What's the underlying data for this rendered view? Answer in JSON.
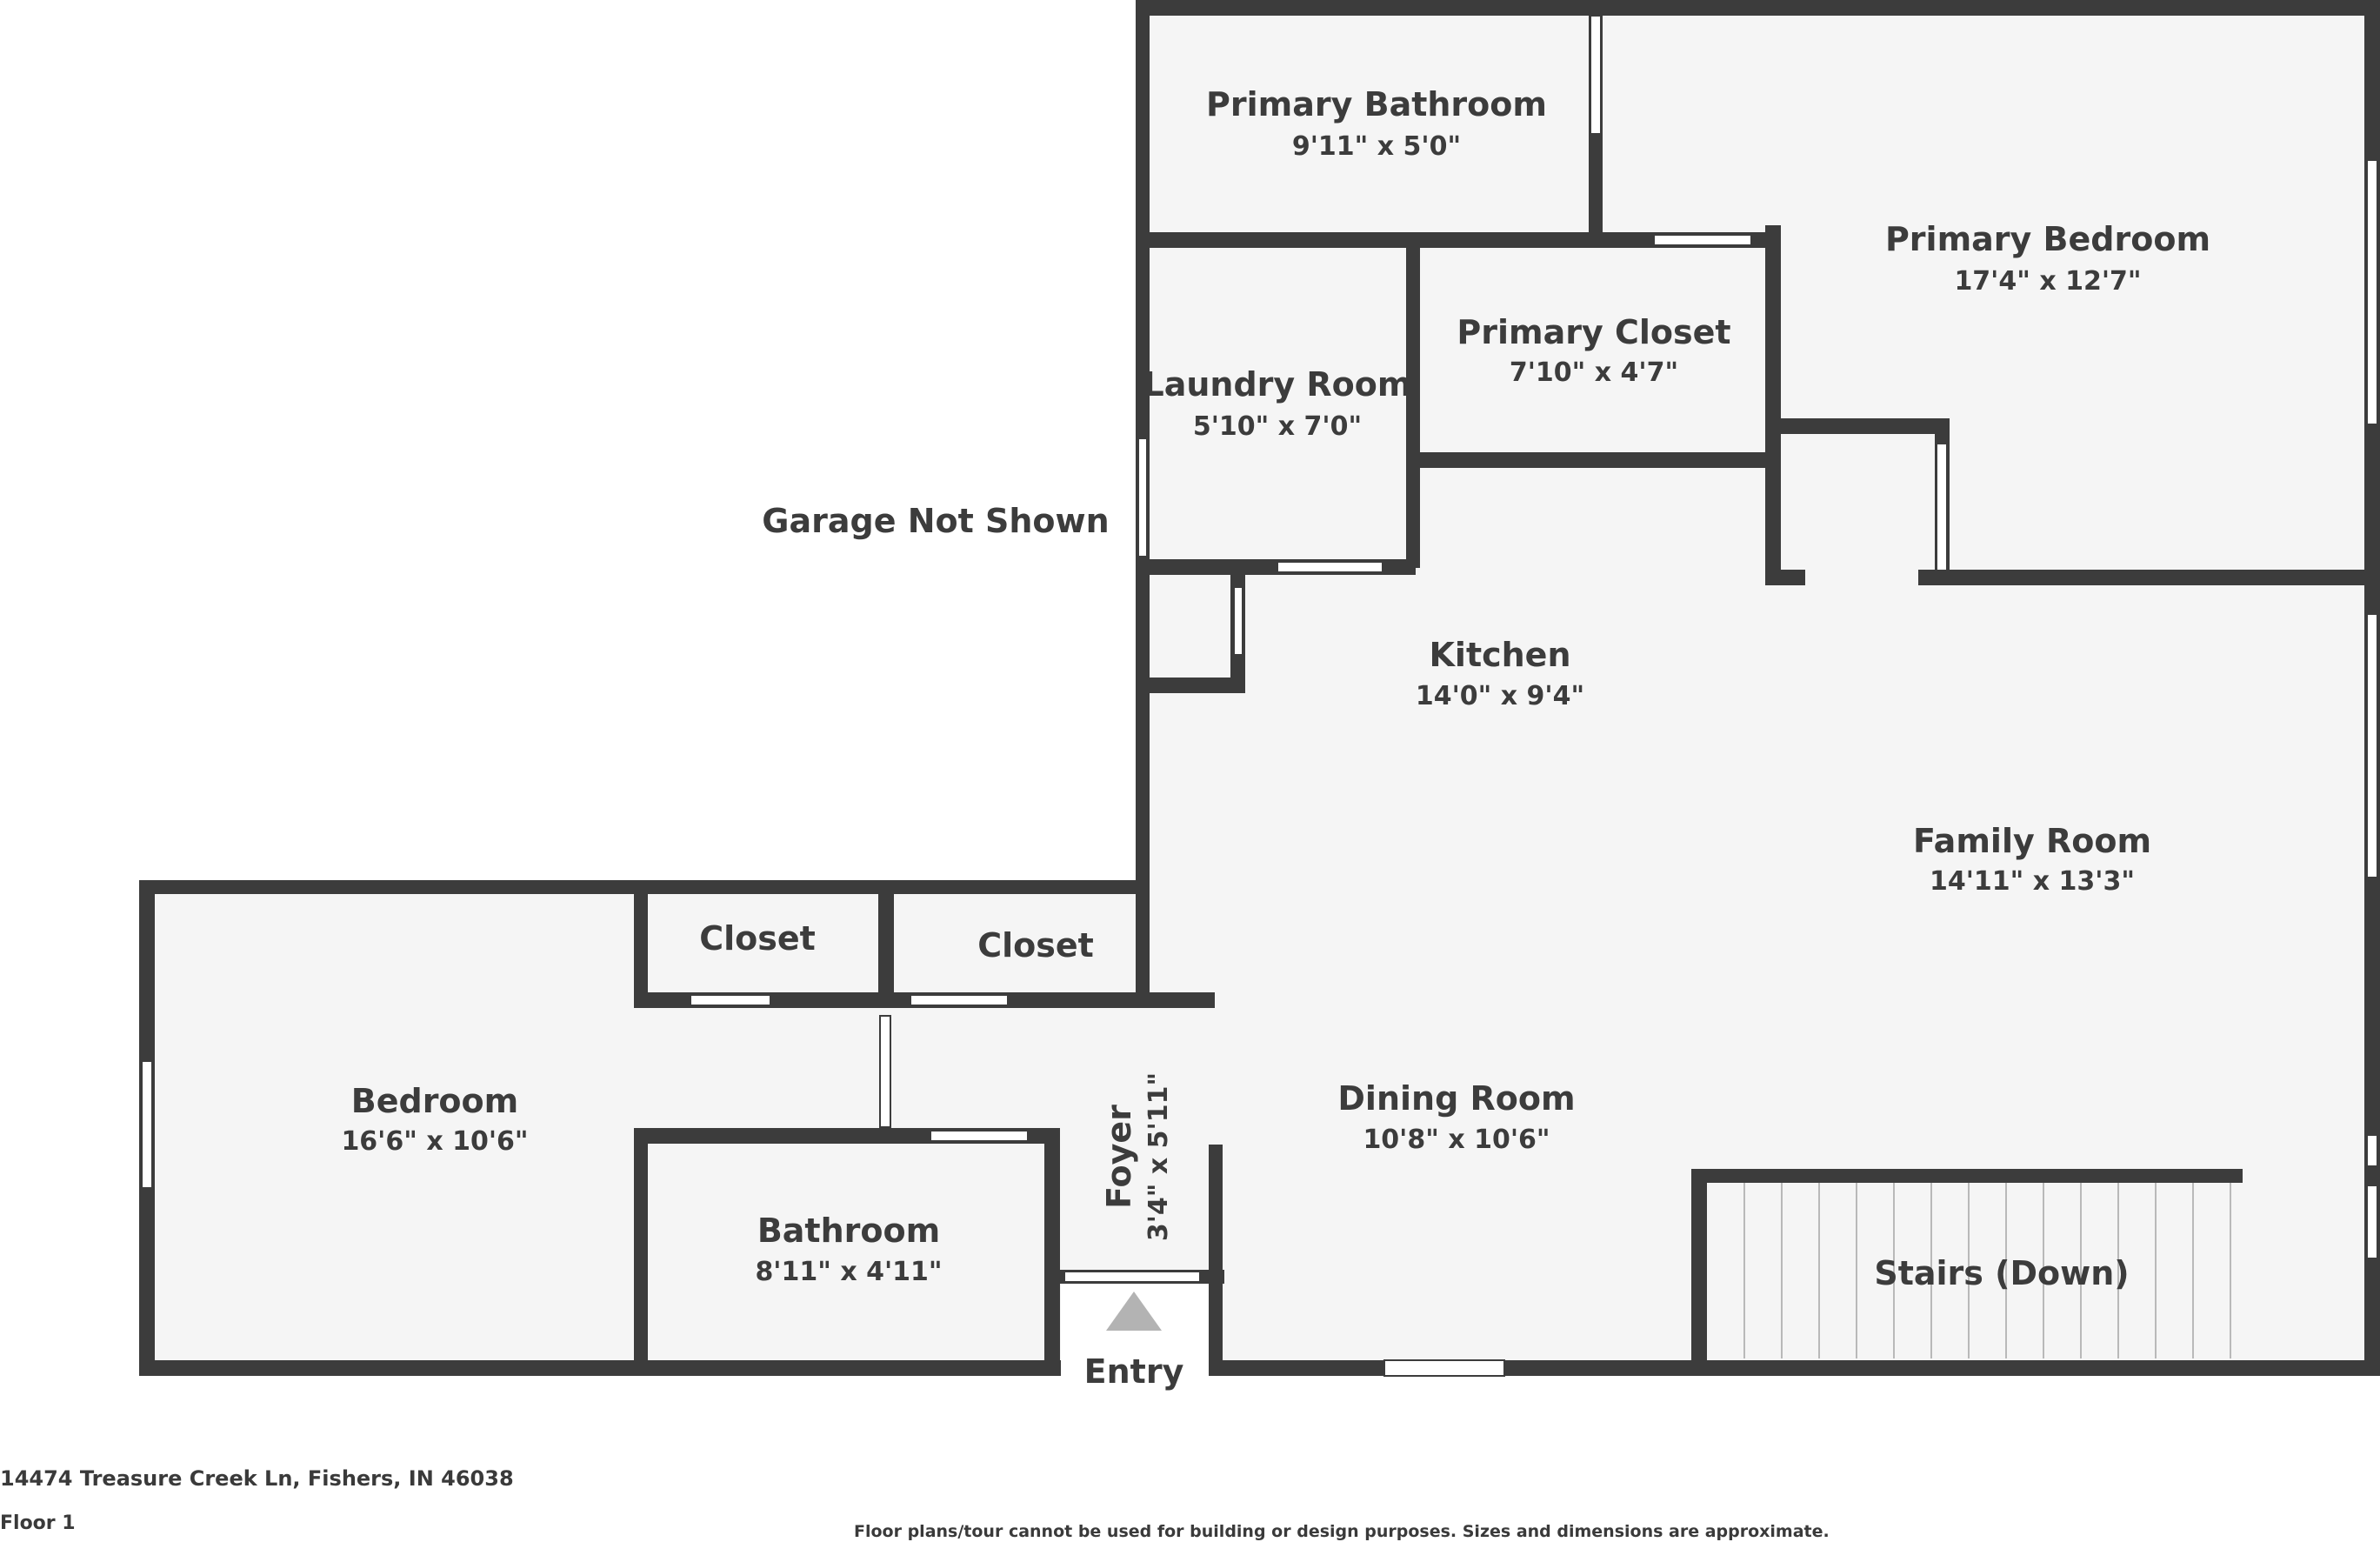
{
  "rooms": {
    "primary_bathroom": {
      "name": "Primary Bathroom",
      "dims": "9'11\" x 5'0\""
    },
    "primary_bedroom": {
      "name": "Primary Bedroom",
      "dims": "17'4\" x 12'7\""
    },
    "primary_closet": {
      "name": "Primary Closet",
      "dims": "7'10\" x 4'7\""
    },
    "laundry_room": {
      "name": "Laundry Room",
      "dims": "5'10\" x 7'0\""
    },
    "kitchen": {
      "name": "Kitchen",
      "dims": "14'0\" x 9'4\""
    },
    "family_room": {
      "name": "Family Room",
      "dims": "14'11\" x 13'3\""
    },
    "closet_1": {
      "name": "Closet"
    },
    "closet_2": {
      "name": "Closet"
    },
    "bedroom": {
      "name": "Bedroom",
      "dims": "16'6\" x 10'6\""
    },
    "bathroom": {
      "name": "Bathroom",
      "dims": "8'11\" x 4'11\""
    },
    "foyer": {
      "name": "Foyer",
      "dims": "3'4\" x 5'11\""
    },
    "dining_room": {
      "name": "Dining Room",
      "dims": "10'8\" x 10'6\""
    },
    "stairs": {
      "name": "Stairs (Down)"
    }
  },
  "labels": {
    "garage_note": "Garage Not Shown",
    "entry": "Entry"
  },
  "footer": {
    "address": "14474 Treasure Creek Ln, Fishers, IN 46038",
    "floor": "Floor 1",
    "disclaimer": "Floor plans/tour cannot be used for building or design purposes. Sizes and dimensions are approximate."
  },
  "colors": {
    "wall": "#3c3c3c",
    "floor": "#f5f5f5",
    "text": "#3c3c3c",
    "entry_arrow": "#b3b3b3"
  }
}
